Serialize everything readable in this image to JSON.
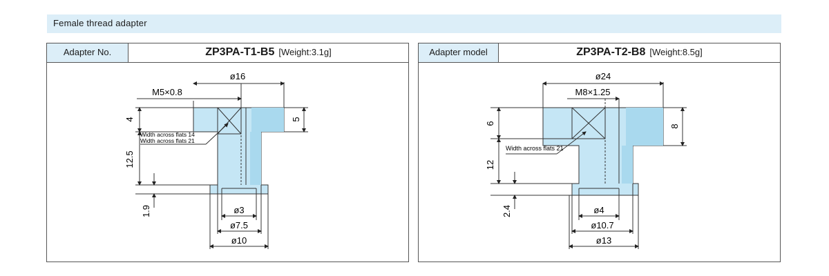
{
  "section": {
    "title": "Female thread adapter"
  },
  "panels": [
    {
      "label": "Adapter No.",
      "model": "ZP3PA-T1-B5",
      "weight": "[Weight:3.1g]",
      "dims": {
        "top_dia": "ø16",
        "thread": "M5×0.8",
        "h_left": "4",
        "h_right": "5",
        "flats_a": "Width across flats 14",
        "flats_b": "Width across flats 21",
        "h_mid": "12.5",
        "h_bot": "1.9",
        "bore": "ø3",
        "stem": "ø7.5",
        "base": "ø10"
      }
    },
    {
      "label": "Adapter model",
      "model": "ZP3PA-T2-B8",
      "weight": "[Weight:8.5g]",
      "dims": {
        "top_dia": "ø24",
        "thread": "M8×1.25",
        "h_left": "6",
        "h_right": "8",
        "flats": "Width across flats 21",
        "h_mid": "12",
        "h_bot": "2.4",
        "bore": "ø4",
        "stem": "ø10.7",
        "base": "ø13"
      }
    }
  ],
  "colors": {
    "header_bg": "#dceef8",
    "part_fill": "#c5e6f5",
    "part_dark": "#a9d9ee",
    "border": "#555555"
  }
}
